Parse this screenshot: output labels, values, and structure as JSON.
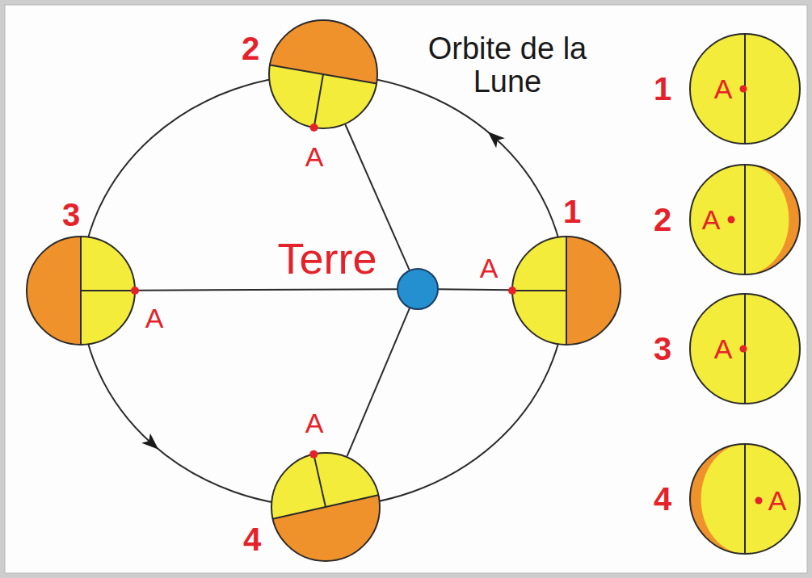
{
  "diagram": {
    "nodes": [
      {
        "text": [
          "Terre"
        ]
      },
      {
        "text": [
          "1",
          "A"
        ]
      },
      {
        "text": [
          "2",
          "A"
        ]
      },
      {
        "text": [
          "3",
          "A"
        ]
      },
      {
        "text": [
          "4",
          "A"
        ]
      },
      {
        "text": [
          "1",
          "A"
        ]
      },
      {
        "text": [
          "2",
          "A"
        ]
      },
      {
        "text": [
          "3",
          "A"
        ]
      },
      {
        "text": [
          "4",
          "A"
        ]
      }
    ],
    "edges": [
      {
        "from": 0,
        "to": 1,
        "arrow": "none"
      },
      {
        "from": 0,
        "to": 2,
        "arrow": "none"
      },
      {
        "from": 0,
        "to": 3,
        "arrow": "none"
      },
      {
        "from": 0,
        "to": 4,
        "arrow": "none"
      }
    ],
    "labels": [
      "Orbite de la Lune"
    ]
  }
}
